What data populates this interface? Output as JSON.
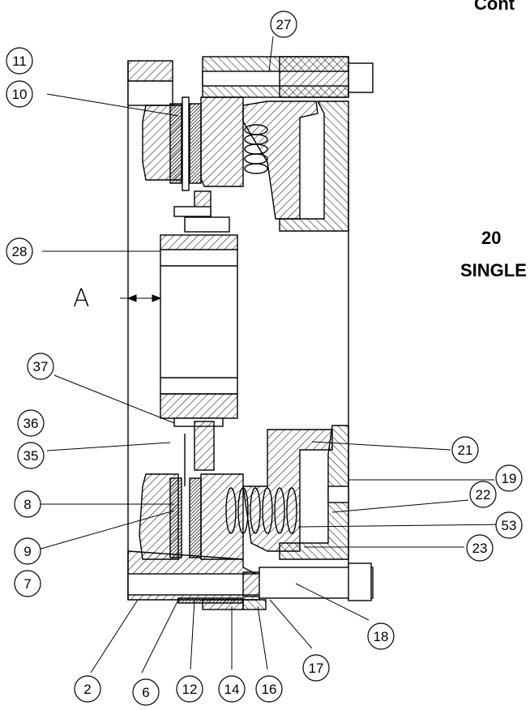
{
  "header": {
    "cut_title": "Cont"
  },
  "side_title": {
    "line1": "20",
    "line2": "SINGLE"
  },
  "dimension": {
    "label": "A"
  },
  "callouts": [
    "27",
    "11",
    "10",
    "28",
    "37",
    "36",
    "35",
    "8",
    "9",
    "7",
    "2",
    "6",
    "12",
    "14",
    "16",
    "17",
    "18",
    "21",
    "19",
    "22",
    "53",
    "23"
  ],
  "colors": {
    "line": "#000000",
    "background": "#ffffff"
  }
}
